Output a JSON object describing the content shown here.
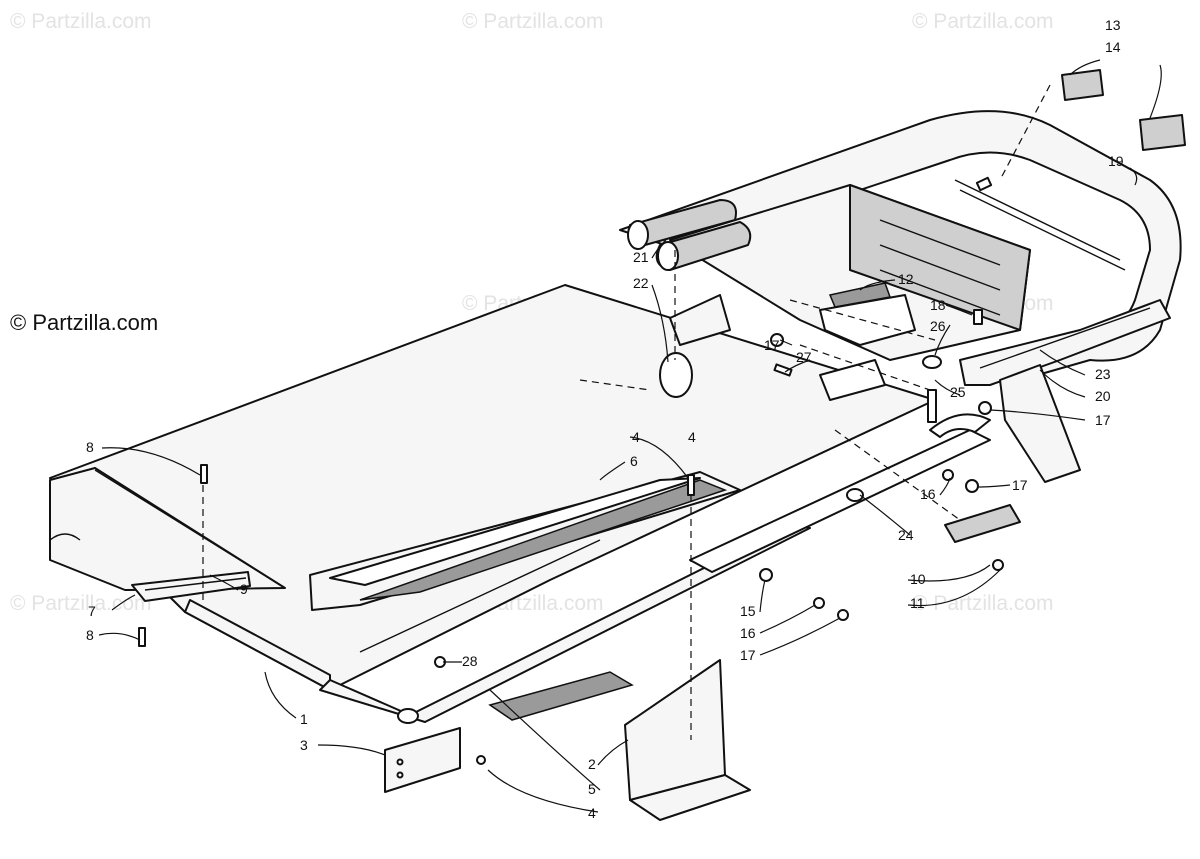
{
  "copyright": "© Partzilla.com",
  "watermark": "© Partzilla.com",
  "callouts": [
    "1",
    "2",
    "3",
    "4",
    "4",
    "4",
    "5",
    "6",
    "7",
    "8",
    "8",
    "9",
    "10",
    "11",
    "12",
    "13",
    "14",
    "15",
    "16",
    "16",
    "17",
    "17",
    "17",
    "17",
    "18",
    "19",
    "20",
    "21",
    "22",
    "23",
    "24",
    "25",
    "26",
    "27",
    "28"
  ]
}
